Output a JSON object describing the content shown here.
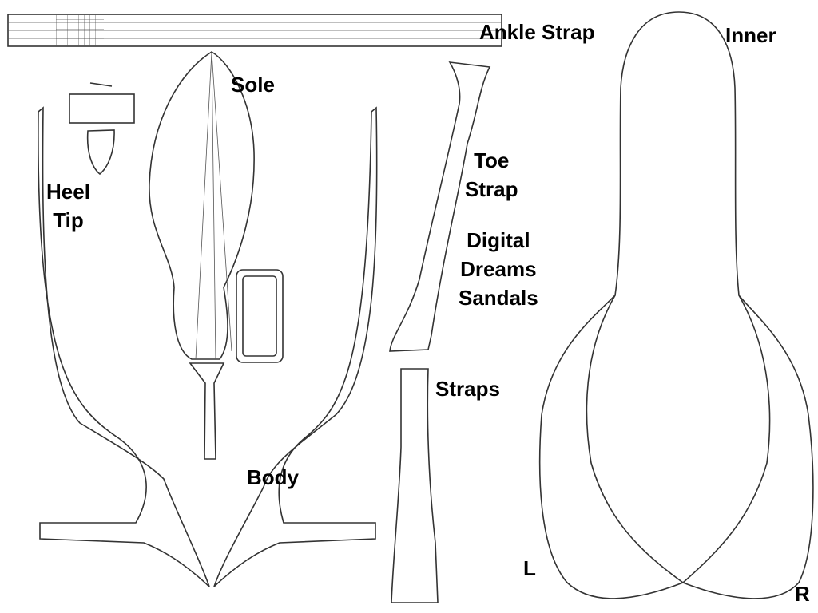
{
  "labels": {
    "ankle_strap": "Ankle Strap",
    "inner": "Inner",
    "sole": "Sole",
    "heel_tip_1": "Heel",
    "heel_tip_2": "Tip",
    "toe_strap_1": "Toe",
    "toe_strap_2": "Strap",
    "title_1": "Digital",
    "title_2": "Dreams",
    "title_3": "Sandals",
    "straps": "Straps",
    "body": "Body",
    "left": "L",
    "right": "R"
  },
  "colors": {
    "wire": "#333333",
    "background": "#ffffff"
  }
}
